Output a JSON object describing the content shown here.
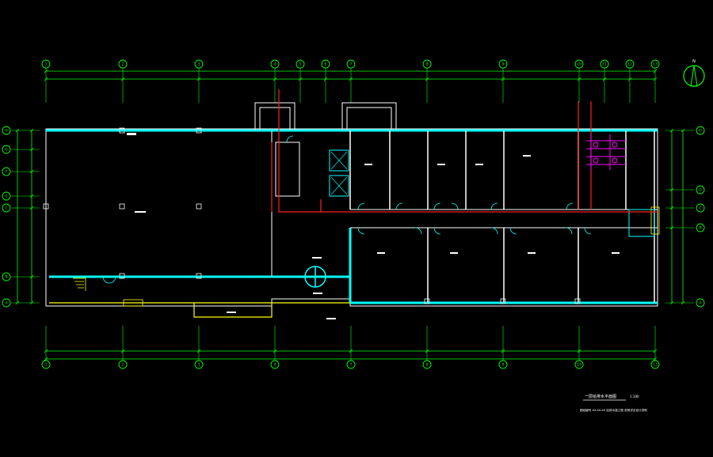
{
  "colors": {
    "background": "#000000",
    "gridline": "#00ff00",
    "wall": "#00ffff",
    "piping": "#ff2020",
    "fixture": "#ff00ff",
    "outline": "#ffffff",
    "stair": "#ffff00",
    "text": "#ffffff"
  },
  "axes": {
    "top": [
      "1",
      "2",
      "3",
      "4",
      "5",
      "6",
      "7",
      "8",
      "9",
      "10",
      "11",
      "12",
      "13"
    ],
    "bottom": [
      "1",
      "2",
      "3",
      "4",
      "7",
      "8",
      "9",
      "10",
      "13"
    ],
    "left": [
      "H",
      "G",
      "F",
      "E",
      "C",
      "B",
      "A"
    ],
    "right": [
      "H",
      "D",
      "C",
      "B",
      "A"
    ]
  },
  "north_arrow_label": "N",
  "drawing_title": "一层给排水平面图",
  "drawing_scale": "1:100",
  "drawing_note": "图纸编号 XX-XX-XX 给排水施工图 说明详见设计说明"
}
